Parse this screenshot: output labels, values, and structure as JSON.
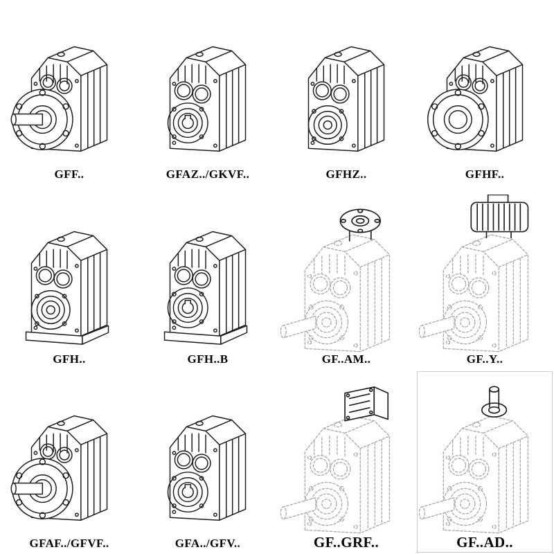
{
  "colors": {
    "ink": "#1c1c1c",
    "ghost": "#a9a9a9",
    "paper": "#ffffff",
    "frame": "#cccccc"
  },
  "catalog": {
    "items": [
      {
        "label": "GFF..",
        "variant": "flange-mounted-with-output-shaft",
        "line_style": "solid"
      },
      {
        "label": "GFAZ../GKVF..",
        "variant": "hollow-shaft",
        "line_style": "solid"
      },
      {
        "label": "GFHZ..",
        "variant": "shaft-mounted-hub",
        "line_style": "solid"
      },
      {
        "label": "GFHF..",
        "variant": "flange-mounted",
        "line_style": "solid"
      },
      {
        "label": "GFH..",
        "variant": "foot-mounted-hub",
        "line_style": "solid"
      },
      {
        "label": "GFH..B",
        "variant": "foot-mounted-hollow-shaft",
        "line_style": "solid"
      },
      {
        "label": "GF..AM..",
        "variant": "with-input-flange-adapter",
        "line_style": "dashed"
      },
      {
        "label": "GF..Y..",
        "variant": "with-mounted-motor",
        "line_style": "dashed"
      },
      {
        "label": "GFAF../GFVF..",
        "variant": "flange-mounted-with-output-shaft",
        "line_style": "solid"
      },
      {
        "label": "GFA../GFV..",
        "variant": "hollow-shaft",
        "line_style": "solid"
      },
      {
        "label": "GF..GRF..",
        "variant": "with-gear-adapter-block",
        "line_style": "dashed"
      },
      {
        "label": "GF..AD..",
        "variant": "with-input-shaft-stub",
        "line_style": "dashed"
      }
    ]
  }
}
